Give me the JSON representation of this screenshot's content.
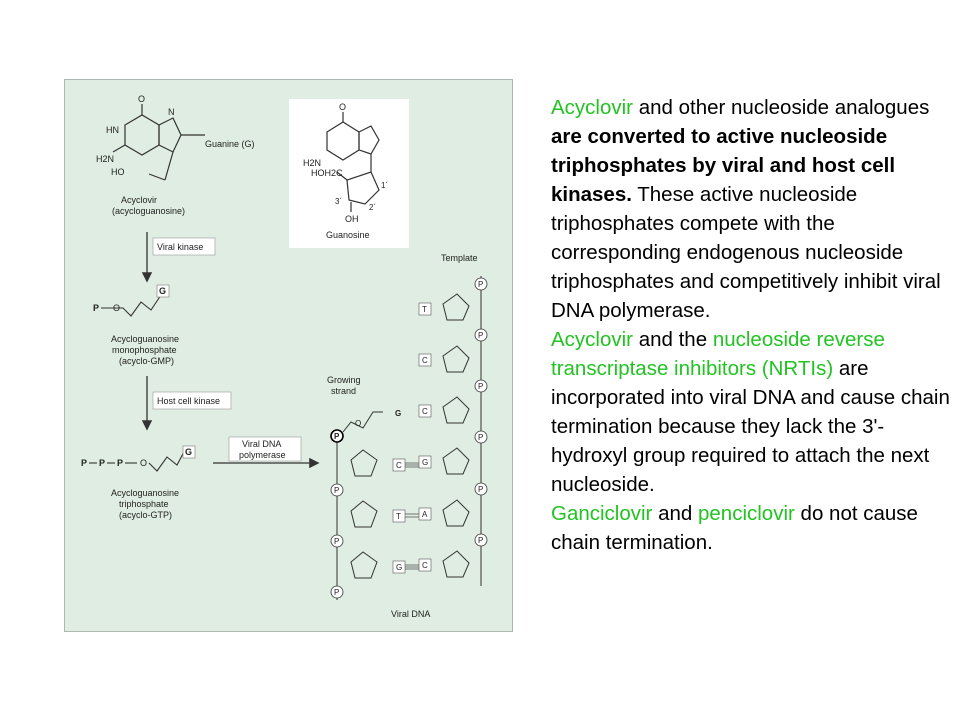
{
  "figure": {
    "guanine_label": "Guanine (G)",
    "atom_O": "O",
    "atom_HN": "HN",
    "atom_H2N": "H2N",
    "atom_N": "N",
    "atom_HO": "HO",
    "atom_OH": "OH",
    "atom_HOH2C": "HOH2C",
    "prime_1": "1´",
    "prime_2": "2´",
    "prime_3": "3´",
    "acyclovir_name": "Acyclovir",
    "acyclovir_sub": "(acycloguanosine)",
    "guanosine_label": "Guanosine",
    "viral_kinase": "Viral kinase",
    "host_cell_kinase": "Host cell kinase",
    "viral_dna_polymerase_1": "Viral DNA",
    "viral_dna_polymerase_2": "polymerase",
    "P": "P",
    "G": "G",
    "O": "O",
    "mono_name_1": "Acycloguanosine",
    "mono_name_2": "monophosphate",
    "mono_name_3": "(acyclo-GMP)",
    "tri_name_1": "Acycloguanosine",
    "tri_name_2": "triphosphate",
    "tri_name_3": "(acyclo-GTP)",
    "template_label": "Template",
    "growing_1": "Growing",
    "growing_2": "strand",
    "viral_dna_label": "Viral DNA",
    "template_bases": [
      "T",
      "C",
      "C",
      "G",
      "A",
      "C"
    ],
    "strand_bases": [
      "C",
      "T",
      "G"
    ]
  },
  "text": {
    "acyclovir_1": "Acyclovir",
    "and_other": " and other nucleoside analogues ",
    "converted": "are converted to active nucleoside triphosphates by viral and host cell kinases.",
    "compete": " These active nucleoside triphosphates compete with the corresponding endogenous nucleoside triphosphates and competitively inhibit viral DNA polymerase.",
    "acyclovir_2": "Acyclovir",
    "and_the": " and the ",
    "nrtis": "nucleoside reverse transcriptase inhibitors (NRTIs)",
    "incorporated": " are incorporated into viral DNA and cause chain termination because they lack the 3'-hydroxyl group required to attach the next nucleoside.",
    "ganciclovir": "Ganciclovir",
    "and_word": " and ",
    "penciclovir": "penciclovir",
    "no_termination": " do not cause chain termination."
  },
  "colors": {
    "highlight": "#22c322",
    "figure_bg": "#dfede2"
  }
}
